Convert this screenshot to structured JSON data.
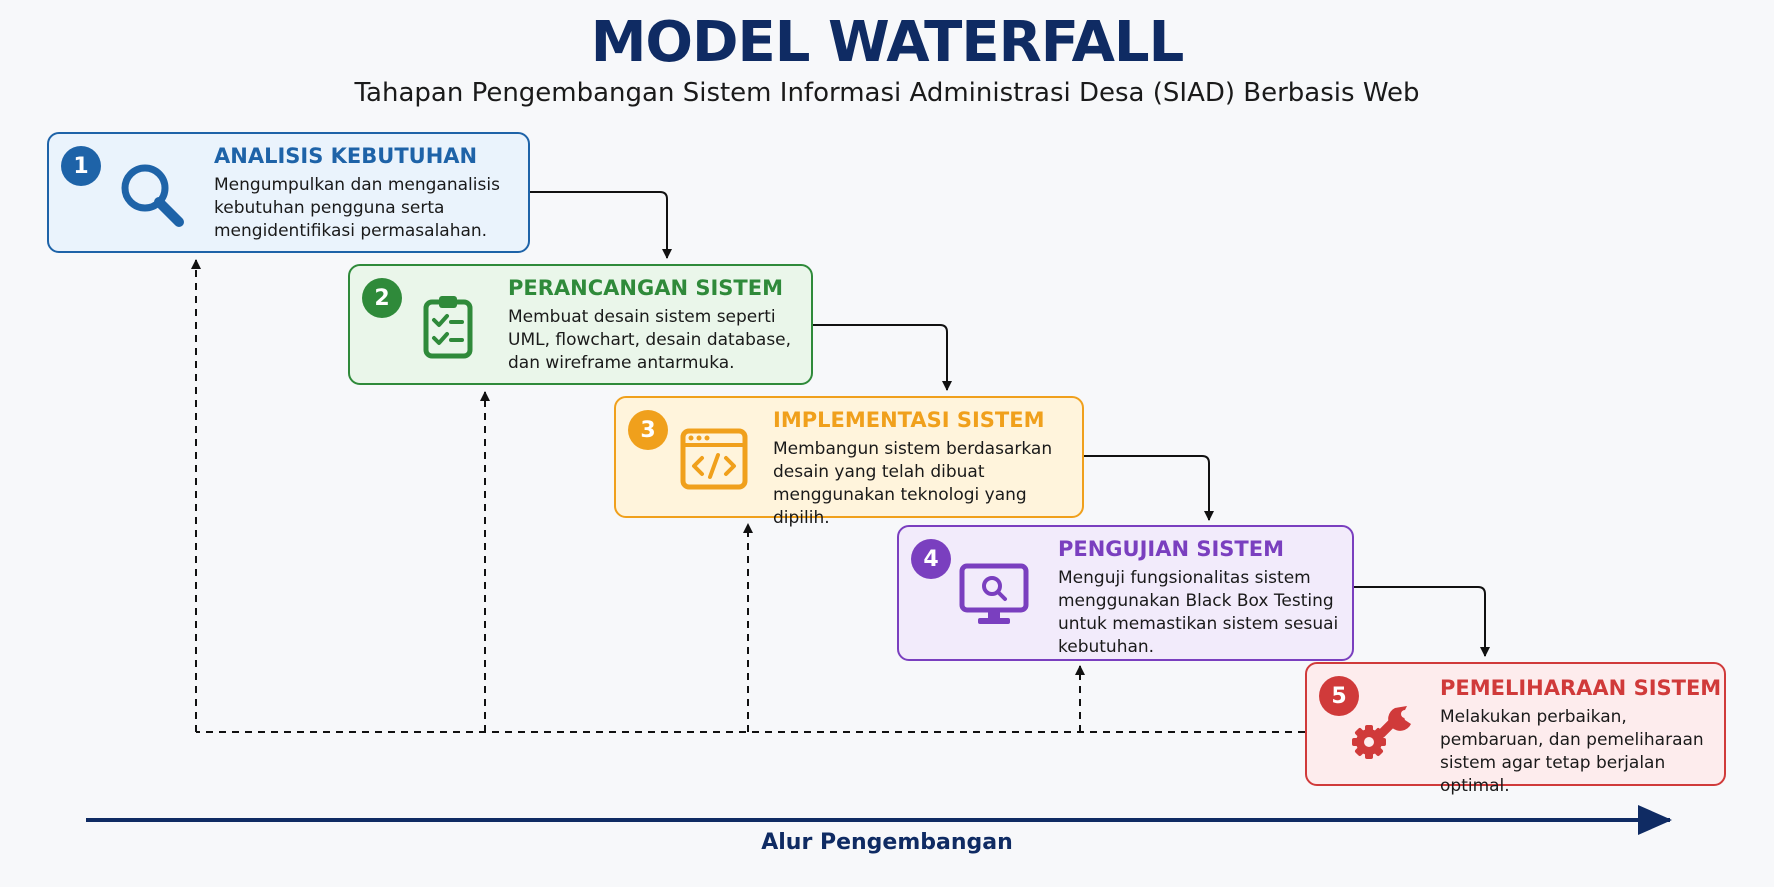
{
  "header": {
    "title": "MODEL WATERFALL",
    "subtitle": "Tahapan Pengembangan Sistem Informasi Administrasi Desa (SIAD) Berbasis Web"
  },
  "stages": [
    {
      "number": "1",
      "title": "ANALISIS KEBUTUHAN",
      "description": "Mengumpulkan dan menganalisis kebutuhan pengguna serta mengidentifikasi permasalahan.",
      "icon": "magnifier-icon",
      "accent": "#1e63a8",
      "fill": "#eaf3fc"
    },
    {
      "number": "2",
      "title": "PERANCANGAN SISTEM",
      "description": "Membuat desain sistem seperti UML, flowchart, desain database, dan wireframe antarmuka.",
      "icon": "clipboard-checklist-icon",
      "accent": "#2f8a3a",
      "fill": "#eaf6ea"
    },
    {
      "number": "3",
      "title": "IMPLEMENTASI SISTEM",
      "description": "Membangun sistem berdasarkan desain yang telah dibuat menggunakan teknologi yang dipilih.",
      "icon": "code-window-icon",
      "accent": "#f0a01c",
      "fill": "#fff4dc"
    },
    {
      "number": "4",
      "title": "PENGUJIAN SISTEM",
      "description": "Menguji fungsionalitas sistem menggunakan Black Box Testing untuk memastikan sistem sesuai kebutuhan.",
      "icon": "monitor-search-icon",
      "accent": "#7a3fbf",
      "fill": "#f2ebfb"
    },
    {
      "number": "5",
      "title": "PEMELIHARAAN SISTEM",
      "description": "Melakukan perbaikan, pembaruan, dan pemeliharaan sistem agar tetap berjalan optimal.",
      "icon": "wrench-gear-icon",
      "accent": "#d03a3a",
      "fill": "#fdeced"
    }
  ],
  "footer": {
    "flow_label": "Alur Pengembangan",
    "arrow_color": "#0f2b63"
  }
}
